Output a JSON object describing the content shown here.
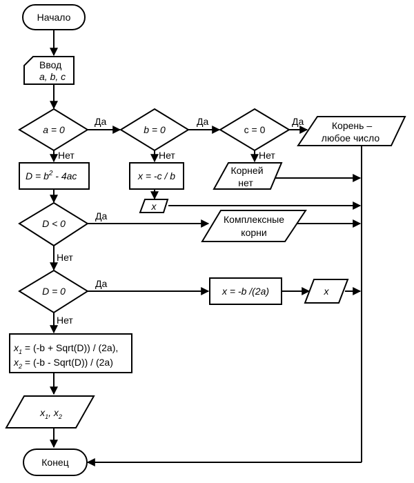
{
  "diagram": {
    "type": "flowchart",
    "title": "Quadratic equation solver",
    "colors": {
      "stroke": "#000000",
      "fill": "#ffffff",
      "text": "#000000"
    },
    "nodes": {
      "start": {
        "kind": "terminator",
        "text": "Начало"
      },
      "input": {
        "kind": "manual-input",
        "line1": "Ввод",
        "line2": "a, b, c"
      },
      "cond_a": {
        "kind": "decision",
        "text": "a = 0"
      },
      "cond_b": {
        "kind": "decision",
        "text": "b = 0"
      },
      "cond_c": {
        "kind": "decision",
        "text": "c = 0"
      },
      "any_root": {
        "kind": "io",
        "line1": "Корень –",
        "line2": "любое число"
      },
      "no_roots": {
        "kind": "io",
        "line1": "Корней",
        "line2": "нет"
      },
      "calc_linear": {
        "kind": "process",
        "text": "x = -c / b"
      },
      "out_linear": {
        "kind": "io",
        "text": "x"
      },
      "calc_D": {
        "kind": "process",
        "text_pre": "D  = b",
        "text_sup": "2",
        "text_post": " - 4ac"
      },
      "cond_Dneg": {
        "kind": "decision",
        "text": "D < 0"
      },
      "complex": {
        "kind": "io",
        "line1": "Комплексные",
        "line2": "корни"
      },
      "cond_Dzero": {
        "kind": "decision",
        "text": "D = 0"
      },
      "calc_double": {
        "kind": "process",
        "text": "x = -b /(2a)"
      },
      "out_double": {
        "kind": "io",
        "text": "x"
      },
      "calc_two": {
        "kind": "process",
        "line1_var": "x",
        "line1_sub": "1",
        "line1_rest": " = (-b + Sqrt(D)) / (2a),",
        "line2_var": "x",
        "line2_sub": "2",
        "line2_rest": " = (-b - Sqrt(D)) / (2a)"
      },
      "out_two": {
        "kind": "io",
        "var1": "x",
        "sub1": "1",
        "sep": ", ",
        "var2": "x",
        "sub2": "2"
      },
      "end": {
        "kind": "terminator",
        "text": "Конец"
      }
    },
    "edge_labels": {
      "yes": "Да",
      "no": "Нет"
    },
    "edges": [
      {
        "from": "start",
        "to": "input"
      },
      {
        "from": "input",
        "to": "cond_a"
      },
      {
        "from": "cond_a",
        "to": "cond_b",
        "label": "Да"
      },
      {
        "from": "cond_a",
        "to": "calc_D",
        "label": "Нет"
      },
      {
        "from": "cond_b",
        "to": "cond_c",
        "label": "Да"
      },
      {
        "from": "cond_b",
        "to": "calc_linear",
        "label": "Нет"
      },
      {
        "from": "cond_c",
        "to": "any_root",
        "label": "Да"
      },
      {
        "from": "cond_c",
        "to": "no_roots",
        "label": "Нет"
      },
      {
        "from": "calc_linear",
        "to": "out_linear"
      },
      {
        "from": "calc_D",
        "to": "cond_Dneg"
      },
      {
        "from": "cond_Dneg",
        "to": "complex",
        "label": "Да"
      },
      {
        "from": "cond_Dneg",
        "to": "cond_Dzero",
        "label": "Нет"
      },
      {
        "from": "cond_Dzero",
        "to": "calc_double",
        "label": "Да"
      },
      {
        "from": "cond_Dzero",
        "to": "calc_two",
        "label": "Нет"
      },
      {
        "from": "calc_double",
        "to": "out_double"
      },
      {
        "from": "calc_two",
        "to": "out_two"
      },
      {
        "from": "out_two",
        "to": "end"
      },
      {
        "from": "any_root",
        "to": "end"
      },
      {
        "from": "no_roots",
        "to": "end"
      },
      {
        "from": "out_linear",
        "to": "end"
      },
      {
        "from": "complex",
        "to": "end"
      },
      {
        "from": "out_double",
        "to": "end"
      }
    ]
  }
}
